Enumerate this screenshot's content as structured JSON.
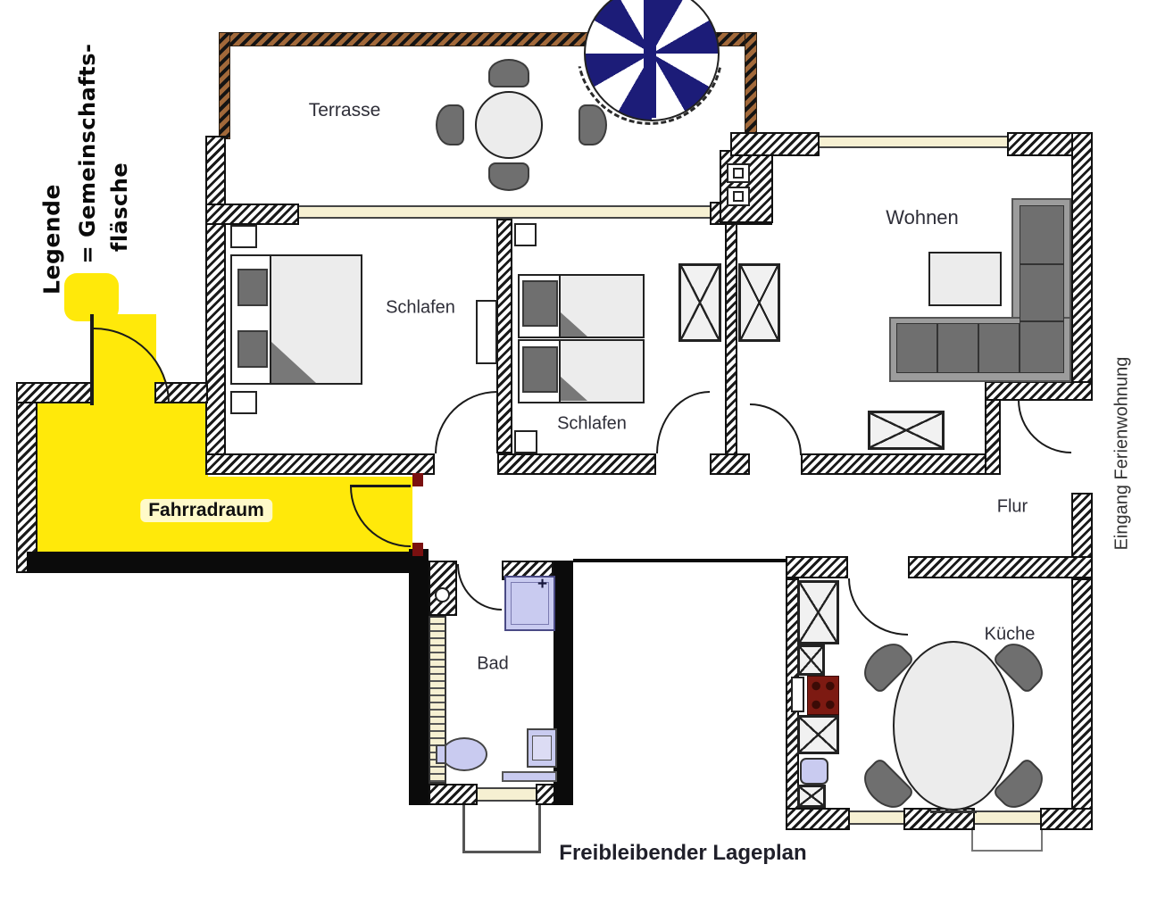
{
  "plan": {
    "title": "Freibleibender Lageplan",
    "legend": {
      "heading": "Legende",
      "line1": "= Gemeinschafts-",
      "line2": "fläsche"
    },
    "entrance_label": "Eingang Ferienwohnung",
    "rooms": {
      "terrasse": {
        "label": "Terrasse"
      },
      "schlafen1": {
        "label": "Schlafen"
      },
      "schlafen2": {
        "label": "Schlafen"
      },
      "wohnen": {
        "label": "Wohnen"
      },
      "flur": {
        "label": "Flur"
      },
      "fahrradraum": {
        "label": "Fahrradraum"
      },
      "bad": {
        "label": "Bad"
      },
      "kueche": {
        "label": "Küche"
      }
    },
    "shower_plus": "+",
    "colors": {
      "highlight_yellow": "#FFE90A",
      "staircase_navy": "#1c1c78",
      "terrace_brown": "#a2693a",
      "fixture_lavender": "#c9cbf0",
      "stove_red": "#7d1a12",
      "furniture_dark": "#6f6f6f",
      "furniture_light": "#ececec",
      "window_cream": "#f6f0d2",
      "door_frame_red": "#7a1010"
    }
  }
}
